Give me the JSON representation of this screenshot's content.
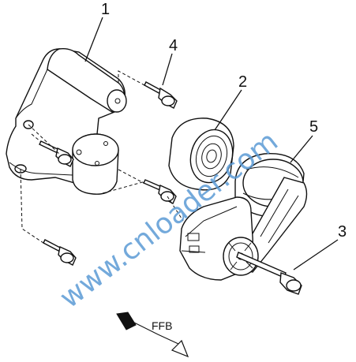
{
  "callouts": {
    "c1": "1",
    "c2": "2",
    "c3": "3",
    "c4": "4",
    "c5": "5"
  },
  "direction_label": "FFB",
  "watermark": "www.cnloader.com",
  "colors": {
    "line": "#111111",
    "watermark": "#5b9bd5",
    "background": "#ffffff"
  }
}
